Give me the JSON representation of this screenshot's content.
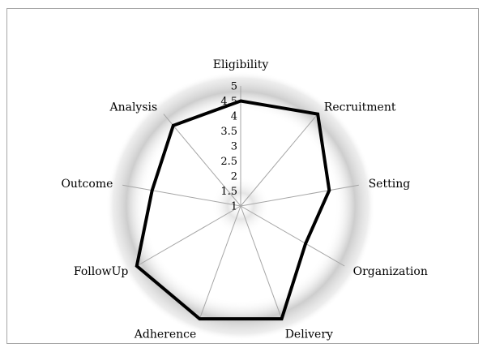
{
  "chart_data": {
    "type": "radar",
    "categories": [
      "Eligibility",
      "Recruitment",
      "Setting",
      "Organization",
      "Delivery",
      "Adherence",
      "FollowUp",
      "Outcome",
      "Analysis"
    ],
    "series": [
      {
        "values": [
          4.5,
          5,
          4,
          3.5,
          5,
          5,
          5,
          4,
          4.5
        ]
      }
    ],
    "rlim": [
      1,
      5
    ],
    "ticks": [
      "1",
      "1.5",
      "2",
      "2.5",
      "3",
      "3.5",
      "4",
      "4.5",
      "5"
    ],
    "title": "",
    "grid": false,
    "legend": "none"
  },
  "colors": {
    "series_line": "#000000",
    "spokes": "#a6a6a6",
    "glow": "#c8c8c8",
    "frame": "#a6a6a6"
  }
}
